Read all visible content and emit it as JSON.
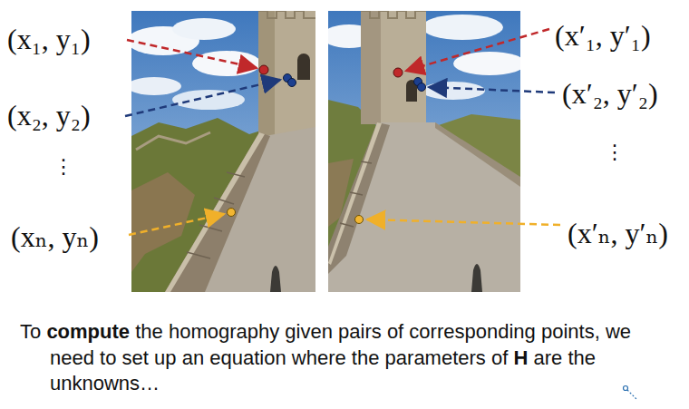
{
  "diagram": {
    "caption": "To compute the homography given pairs of corresponding points, we need to set up an equation where the parameters of H are the unknowns…",
    "labels": [
      "(x₁, y₁)",
      "(x₂, y₂)",
      "⋮",
      "(xₙ, yₙ)",
      "(x′₁, y′₁)",
      "(x′₂, y′₂)",
      "⋮",
      "(x′ₙ, y′ₙ)"
    ]
  }
}
